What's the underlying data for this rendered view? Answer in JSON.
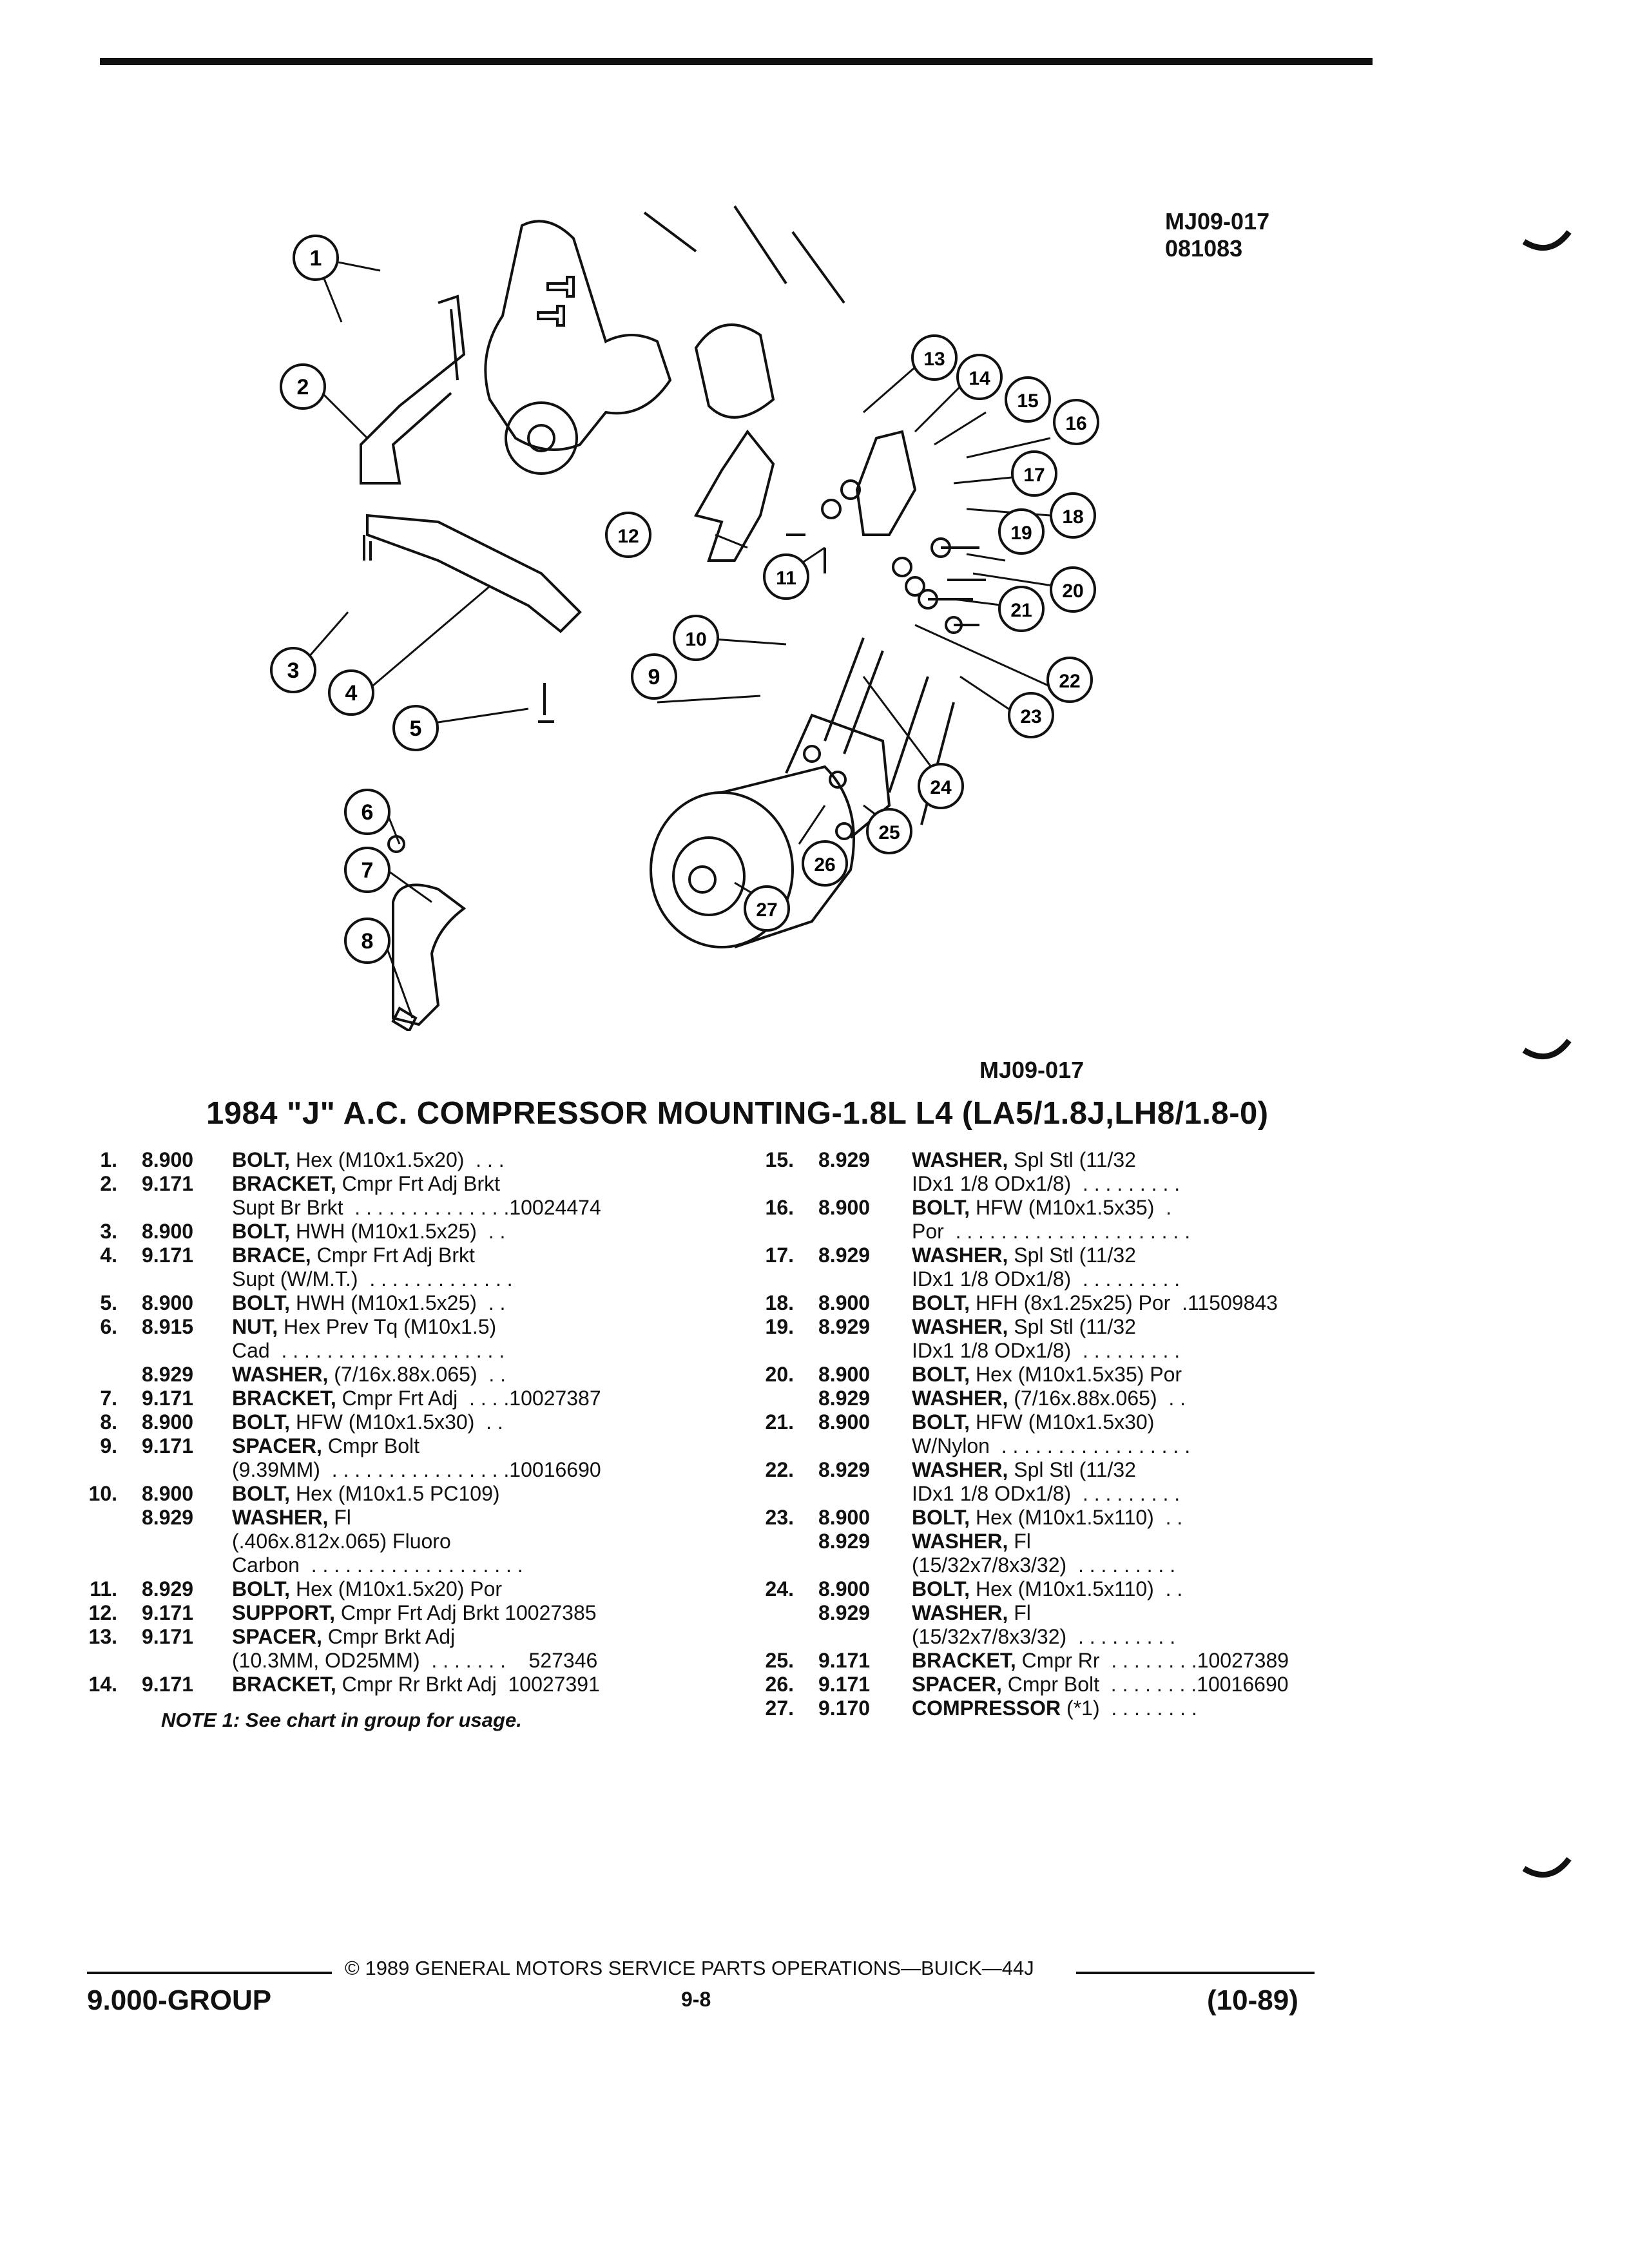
{
  "header": {
    "figure_code": "MJ09-017",
    "figure_date": "081083"
  },
  "diagram": {
    "callouts": [
      "1",
      "2",
      "3",
      "4",
      "5",
      "6",
      "7",
      "8",
      "9",
      "10",
      "11",
      "12",
      "13",
      "14",
      "15",
      "16",
      "17",
      "18",
      "19",
      "20",
      "21",
      "22",
      "23",
      "24",
      "25",
      "26",
      "27"
    ],
    "caption_code": "MJ09-017"
  },
  "title": "1984 \"J\" A.C. COMPRESSOR MOUNTING-1.8L L4 (LA5/1.8J,LH8/1.8-0)",
  "parts_left": [
    {
      "num": "1.",
      "group": "8.900",
      "lines": [
        {
          "name": "BOLT,",
          "rest": " Hex (M10x1.5x20)  . . ."
        }
      ]
    },
    {
      "num": "2.",
      "group": "9.171",
      "lines": [
        {
          "name": "BRACKET,",
          "rest": " Cmpr Frt Adj Brkt"
        },
        {
          "name": "",
          "rest": "Supt Br Brkt  . . . . . . . . . . . . . .10024474"
        }
      ]
    },
    {
      "num": "3.",
      "group": "8.900",
      "lines": [
        {
          "name": "BOLT,",
          "rest": " HWH (M10x1.5x25)  . ."
        }
      ]
    },
    {
      "num": "4.",
      "group": "9.171",
      "lines": [
        {
          "name": "BRACE,",
          "rest": " Cmpr Frt Adj Brkt"
        },
        {
          "name": "",
          "rest": "Supt (W/M.T.)  . . . . . . . . . . . . ."
        }
      ]
    },
    {
      "num": "5.",
      "group": "8.900",
      "lines": [
        {
          "name": "BOLT,",
          "rest": " HWH (M10x1.5x25)  . ."
        }
      ]
    },
    {
      "num": "6.",
      "group": "8.915",
      "lines": [
        {
          "name": "NUT,",
          "rest": " Hex Prev Tq (M10x1.5)"
        },
        {
          "name": "",
          "rest": "Cad  . . . . . . . . . . . . . . . . . . . ."
        }
      ]
    },
    {
      "num": "",
      "group": "8.929",
      "lines": [
        {
          "name": "WASHER,",
          "rest": " (7/16x.88x.065)  . ."
        }
      ]
    },
    {
      "num": "7.",
      "group": "9.171",
      "lines": [
        {
          "name": "BRACKET,",
          "rest": " Cmpr Frt Adj  . . . .10027387"
        }
      ]
    },
    {
      "num": "8.",
      "group": "8.900",
      "lines": [
        {
          "name": "BOLT,",
          "rest": " HFW (M10x1.5x30)  . ."
        }
      ]
    },
    {
      "num": "9.",
      "group": "9.171",
      "lines": [
        {
          "name": "SPACER,",
          "rest": " Cmpr Bolt"
        },
        {
          "name": "",
          "rest": "(9.39MM)  . . . . . . . . . . . . . . . .10016690"
        }
      ]
    },
    {
      "num": "10.",
      "group": "8.900",
      "lines": [
        {
          "name": "BOLT,",
          "rest": " Hex (M10x1.5 PC109)"
        }
      ]
    },
    {
      "num": "",
      "group": "8.929",
      "lines": [
        {
          "name": "WASHER,",
          "rest": " Fl"
        },
        {
          "name": "",
          "rest": "(.406x.812x.065) Fluoro"
        },
        {
          "name": "",
          "rest": "Carbon  . . . . . . . . . . . . . . . . . . ."
        }
      ]
    },
    {
      "num": "11.",
      "group": "8.929",
      "lines": [
        {
          "name": "BOLT,",
          "rest": " Hex (M10x1.5x20) Por"
        }
      ]
    },
    {
      "num": "12.",
      "group": "9.171",
      "lines": [
        {
          "name": "SUPPORT,",
          "rest": " Cmpr Frt Adj Brkt 10027385"
        }
      ]
    },
    {
      "num": "13.",
      "group": "9.171",
      "lines": [
        {
          "name": "SPACER,",
          "rest": " Cmpr Brkt Adj"
        },
        {
          "name": "",
          "rest": "(10.3MM, OD25MM)  . . . . . . .    527346"
        }
      ]
    },
    {
      "num": "14.",
      "group": "9.171",
      "lines": [
        {
          "name": "BRACKET,",
          "rest": " Cmpr Rr Brkt Adj  10027391"
        }
      ]
    }
  ],
  "parts_right": [
    {
      "num": "15.",
      "group": "8.929",
      "lines": [
        {
          "name": "WASHER,",
          "rest": " Spl Stl (11/32"
        },
        {
          "name": "",
          "rest": "IDx1 1/8 ODx1/8)  . . . . . . . . ."
        }
      ]
    },
    {
      "num": "16.",
      "group": "8.900",
      "lines": [
        {
          "name": "BOLT,",
          "rest": " HFW (M10x1.5x35)  ."
        },
        {
          "name": "",
          "rest": "Por  . . . . . . . . . . . . . . . . . . . . ."
        }
      ]
    },
    {
      "num": "17.",
      "group": "8.929",
      "lines": [
        {
          "name": "WASHER,",
          "rest": " Spl Stl (11/32"
        },
        {
          "name": "",
          "rest": "IDx1 1/8 ODx1/8)  . . . . . . . . ."
        }
      ]
    },
    {
      "num": "18.",
      "group": "8.900",
      "lines": [
        {
          "name": "BOLT,",
          "rest": " HFH (8x1.25x25) Por  .11509843"
        }
      ]
    },
    {
      "num": "19.",
      "group": "8.929",
      "lines": [
        {
          "name": "WASHER,",
          "rest": " Spl Stl (11/32"
        },
        {
          "name": "",
          "rest": "IDx1 1/8 ODx1/8)  . . . . . . . . ."
        }
      ]
    },
    {
      "num": "20.",
      "group": "8.900",
      "lines": [
        {
          "name": "BOLT,",
          "rest": " Hex (M10x1.5x35) Por"
        }
      ]
    },
    {
      "num": "",
      "group": "8.929",
      "lines": [
        {
          "name": "WASHER,",
          "rest": " (7/16x.88x.065)  . ."
        }
      ]
    },
    {
      "num": "21.",
      "group": "8.900",
      "lines": [
        {
          "name": "BOLT,",
          "rest": " HFW (M10x1.5x30)"
        },
        {
          "name": "",
          "rest": "W/Nylon  . . . . . . . . . . . . . . . . ."
        }
      ]
    },
    {
      "num": "22.",
      "group": "8.929",
      "lines": [
        {
          "name": "WASHER,",
          "rest": " Spl Stl (11/32"
        },
        {
          "name": "",
          "rest": "IDx1 1/8 ODx1/8)  . . . . . . . . ."
        }
      ]
    },
    {
      "num": "23.",
      "group": "8.900",
      "lines": [
        {
          "name": "BOLT,",
          "rest": " Hex (M10x1.5x110)  . ."
        }
      ]
    },
    {
      "num": "",
      "group": "8.929",
      "lines": [
        {
          "name": "WASHER,",
          "rest": " Fl"
        },
        {
          "name": "",
          "rest": "(15/32x7/8x3/32)  . . . . . . . . ."
        }
      ]
    },
    {
      "num": "24.",
      "group": "8.900",
      "lines": [
        {
          "name": "BOLT,",
          "rest": " Hex (M10x1.5x110)  . ."
        }
      ]
    },
    {
      "num": "",
      "group": "8.929",
      "lines": [
        {
          "name": "WASHER,",
          "rest": " Fl"
        },
        {
          "name": "",
          "rest": "(15/32x7/8x3/32)  . . . . . . . . ."
        }
      ]
    },
    {
      "num": "25.",
      "group": "9.171",
      "lines": [
        {
          "name": "BRACKET,",
          "rest": " Cmpr Rr  . . . . . . . .10027389"
        }
      ]
    },
    {
      "num": "26.",
      "group": "9.171",
      "lines": [
        {
          "name": "SPACER,",
          "rest": " Cmpr Bolt  . . . . . . . .10016690"
        }
      ]
    },
    {
      "num": "27.",
      "group": "9.170",
      "lines": [
        {
          "name": "COMPRESSOR",
          "rest": " (*1)  . . . . . . . ."
        }
      ]
    }
  ],
  "note": "NOTE 1: See chart in group for usage.",
  "footer": {
    "copyright": "© 1989 GENERAL MOTORS SERVICE PARTS OPERATIONS—BUICK—44J",
    "group": "9.000-GROUP",
    "page": "9-8",
    "date": "(10-89)"
  }
}
